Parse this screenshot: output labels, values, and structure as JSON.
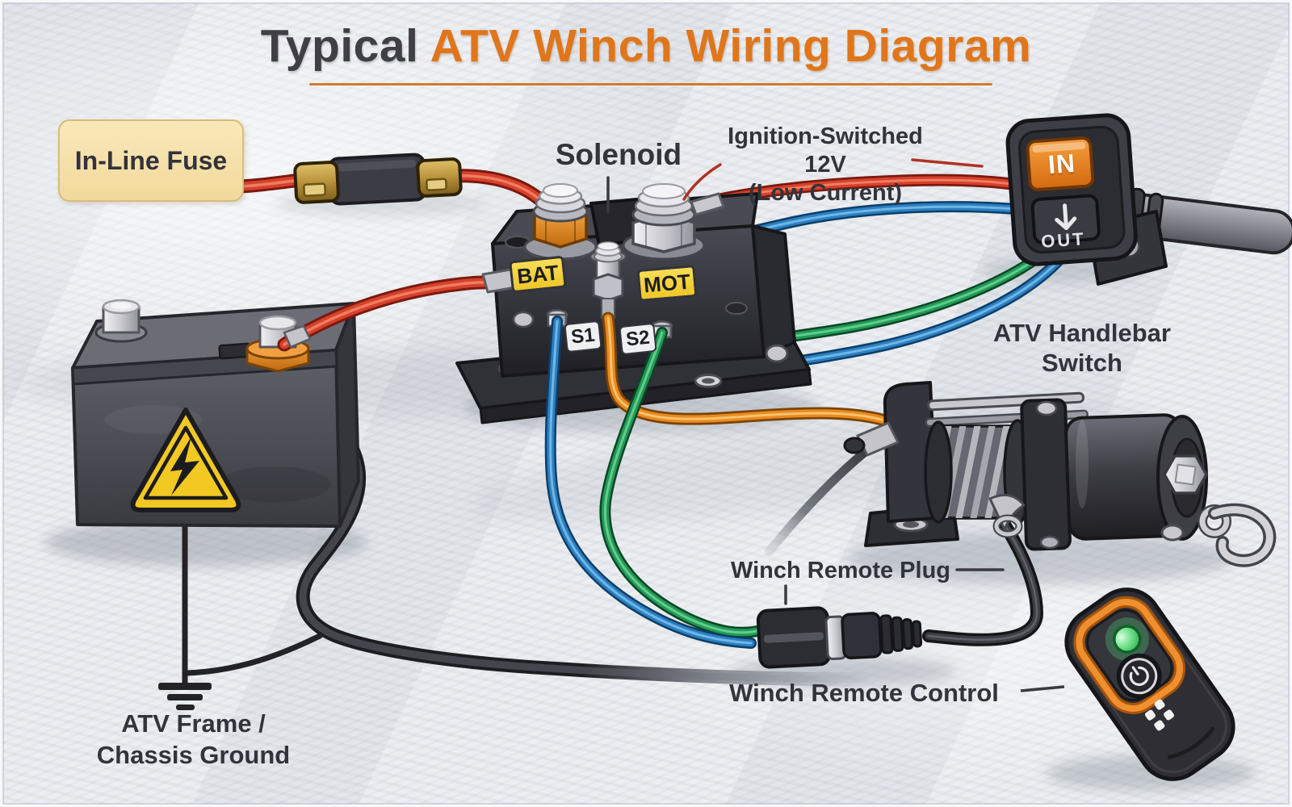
{
  "title": {
    "prefix": "Typical",
    "main": " ATV Winch Wiring Diagram"
  },
  "labels": {
    "inline_fuse": "In-Line Fuse",
    "solenoid": "Solenoid",
    "ignition_line1": "Ignition-Switched 12V",
    "ignition_line2": "(Low Current)",
    "handlebar_switch": "ATV Handlebar Switch",
    "winch_remote_plug": "Winch Remote Plug",
    "winch_remote_control": "Winch Remote Control",
    "ground_line1": "ATV Frame /",
    "ground_line2": "Chassis Ground"
  },
  "solenoid_tags": {
    "bat": "BAT",
    "mot": "MOT",
    "s1": "S1",
    "s2": "S2"
  },
  "switch_buttons": {
    "in_label": "IN",
    "out_label": "OUT"
  },
  "colors": {
    "accent_orange": "#e0761c",
    "title_dark": "#3f3f45",
    "wire_red": "#d8402c",
    "wire_blue": "#2b7fc2",
    "wire_green": "#209a55",
    "wire_orange": "#ea8a1e",
    "cable_black": "#2c2c32",
    "label_box_bg": "#f7e3ae",
    "terminal_tag_yellow": "#eec72a",
    "led_green": "#35c054"
  }
}
